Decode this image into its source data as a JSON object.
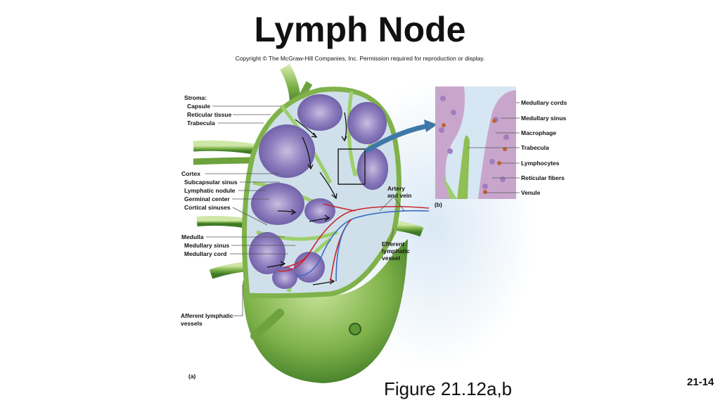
{
  "title": "Lymph Node",
  "copyright": "Copyright © The McGraw-Hill Companies, Inc. Permission required for reproduction or display.",
  "panel_a_tag": "(a)",
  "panel_b_tag": "(b)",
  "figure_caption": "Figure 21.12a,b",
  "page_number": "21-14",
  "labels": {
    "stroma": "Stroma:",
    "capsule": "Capsule",
    "reticular_tissue": "Reticular tissue",
    "trabecula": "Trabecula",
    "cortex": "Cortex",
    "subcapsular_sinus": "Subcapsular sinus",
    "lymphatic_nodule": "Lymphatic nodule",
    "germinal_center": "Germinal center",
    "cortical_sinuses": "Cortical sinuses",
    "medulla": "Medulla",
    "medullary_sinus": "Medullary sinus",
    "medullary_cord": "Medullary cord",
    "afferent_1": "Afferent lymphatic",
    "afferent_2": "vessels",
    "artery_1": "Artery",
    "artery_2": "and vein",
    "efferent_1": "Efferent",
    "efferent_2": "lymphatic",
    "efferent_3": "vessel"
  },
  "labels_b": {
    "medullary_cords": "Medullary cords",
    "medullary_sinus": "Medullary sinus",
    "macrophage": "Macrophage",
    "trabecula": "Trabecula",
    "lymphocytes": "Lymphocytes",
    "reticular_fibers": "Reticular fibers",
    "venule": "Venule"
  }
}
